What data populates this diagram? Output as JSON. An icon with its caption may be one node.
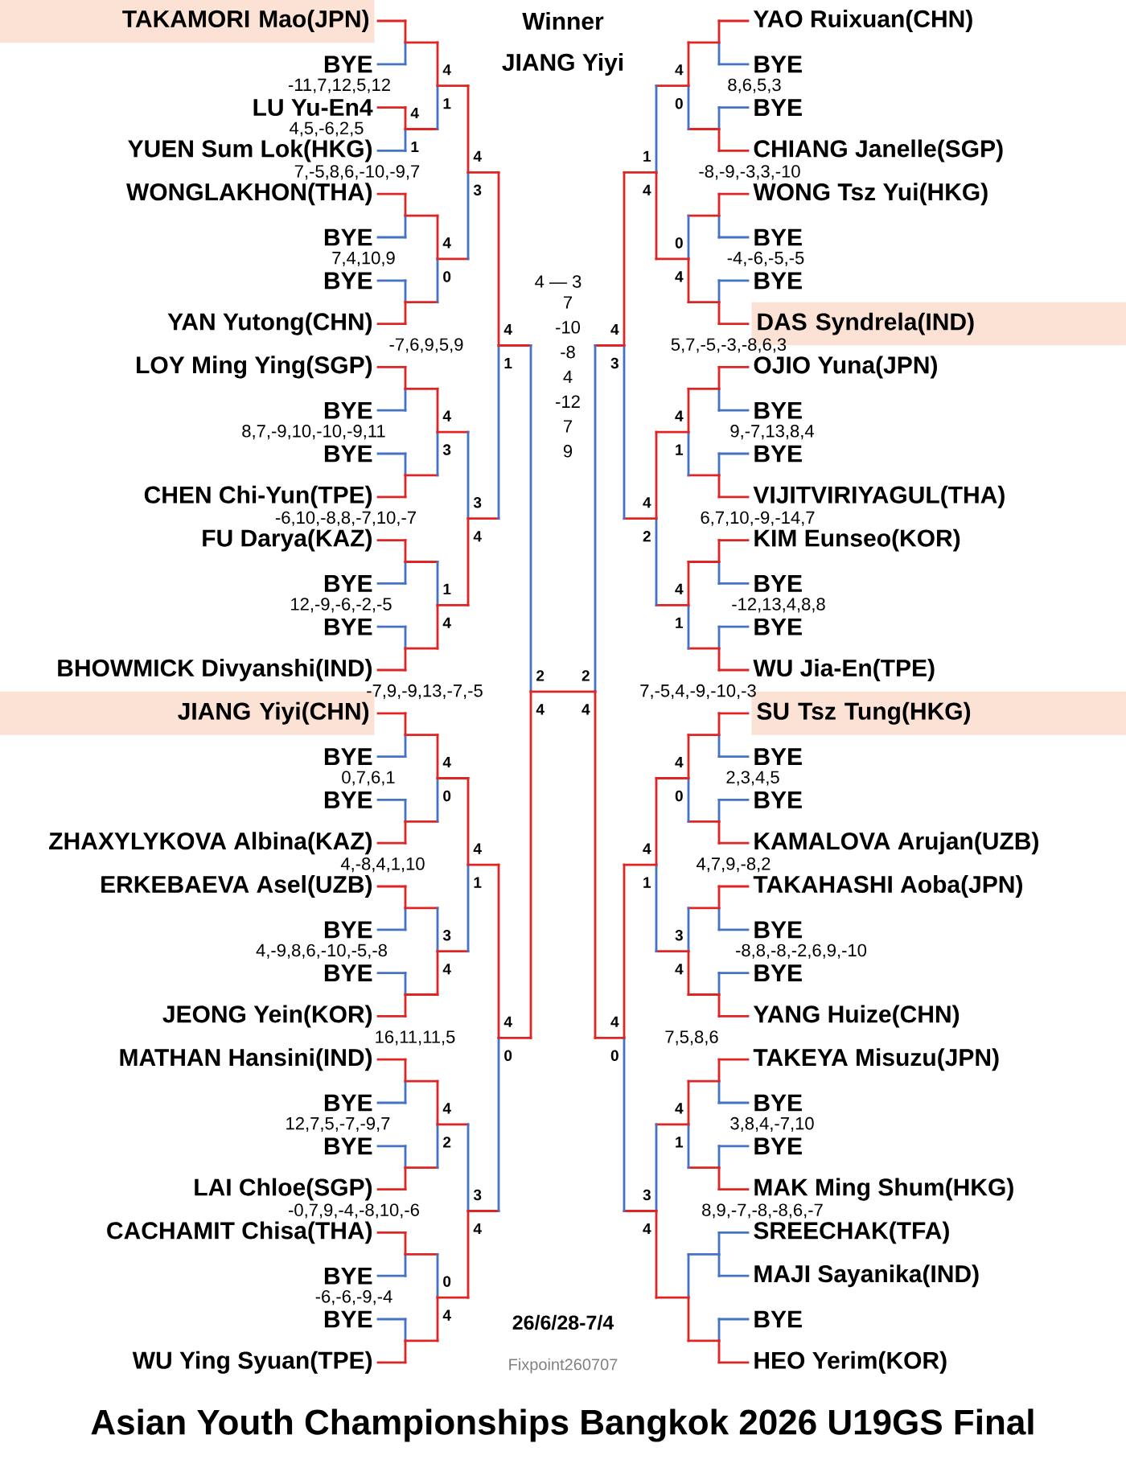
{
  "diagram": {
    "title": "Asian Youth Championships Bangkok 2026 U19GS Final",
    "nodes": [
      {
        "text": [
          "TAKAMORI Mao(JPN)"
        ]
      },
      {
        "text": [
          "DAS Syndrela(IND)"
        ]
      },
      {
        "text": [
          "JIANG Yiyi(CHN)"
        ]
      },
      {
        "text": [
          "SU Tsz Tung(HKG)"
        ]
      }
    ],
    "labels": [
      "Winner",
      "JIANG Yiyi",
      "BYE",
      "LU Yu-En4",
      "YUEN Sum Lok(HKG)",
      "WONGLAKHON(THA)",
      "BYE",
      "BYE",
      "YAN Yutong(CHN)",
      "LOY Ming Ying(SGP)",
      "BYE",
      "BYE",
      "CHEN Chi-Yun(TPE)",
      "FU Darya(KAZ)",
      "BYE",
      "BYE",
      "BHOWMICK Divyanshi(IND)",
      "BYE",
      "BYE",
      "ZHAXYLYKOVA Albina(KAZ)",
      "ERKEBAEVA Asel(UZB)",
      "BYE",
      "BYE",
      "JEONG Yein(KOR)",
      "MATHAN Hansini(IND)",
      "BYE",
      "BYE",
      "LAI Chloe(SGP)",
      "CACHAMIT Chisa(THA)",
      "BYE",
      "BYE",
      "WU Ying Syuan(TPE)",
      "-11,7,12,5,12",
      "4,5,-6,2,5",
      "7,-5,8,6,-10,-9,7",
      "7,4,10,9",
      "-7,6,9,5,9",
      "8,7,-9,10,-10,-9,11",
      "-6,10,-8,8,-7,10,-7",
      "12,-9,-6,-2,-5",
      "-7,9,-9,13,-7,-5",
      "0,7,6,1",
      "4,-8,4,1,10",
      "4,-9,8,6,-10,-5,-8",
      "16,11,11,5",
      "12,7,5,-7,-9,7",
      "-0,7,9,-4,-8,10,-6",
      "-6,-6,-9,-4",
      "4",
      "1",
      "4",
      "1",
      "4",
      "0",
      "4",
      "3",
      "1",
      "4",
      "4",
      "0",
      "3",
      "4",
      "4",
      "2",
      "0",
      "4",
      "4",
      "3",
      "3",
      "4",
      "4",
      "1",
      "3",
      "4",
      "4",
      "1",
      "4",
      "0",
      "2",
      "4",
      "4 — 3",
      "7",
      "-10",
      "-8",
      "4",
      "-12",
      "7",
      "9",
      "YAO Ruixuan(CHN)",
      "BYE",
      "BYE",
      "CHIANG Janelle(SGP)",
      "WONG Tsz Yui(HKG)",
      "BYE",
      "BYE",
      "OJIO Yuna(JPN)",
      "BYE",
      "BYE",
      "VIJITVIRIYAGUL(THA)",
      "KIM Eunseo(KOR)",
      "BYE",
      "BYE",
      "WU Jia-En(TPE)",
      "BYE",
      "BYE",
      "KAMALOVA Arujan(UZB)",
      "TAKAHASHI Aoba(JPN)",
      "BYE",
      "BYE",
      "YANG Huize(CHN)",
      "TAKEYA Misuzu(JPN)",
      "BYE",
      "BYE",
      "MAK Ming Shum(HKG)",
      "SREECHAK(TFA)",
      "MAJI Sayanika(IND)",
      "BYE",
      "HEO Yerim(KOR)",
      "8,6,5,3",
      "-8,-9,-3,3,-10",
      "-4,-6,-5,-5",
      "5,7,-5,-3,-8,6,3",
      "9,-7,13,8,4",
      "6,7,10,-9,-14,7",
      "-12,13,4,8,8",
      "7,-5,4,-9,-10,-3",
      "2,3,4,5",
      "4,7,9,-8,2",
      "-8,8,-8,-2,6,9,-10",
      "7,5,8,6",
      "3,8,4,-7,10",
      "8,9,-7,-8,-8,6,-7",
      "4",
      "0",
      "0",
      "4",
      "4",
      "1",
      "4",
      "1",
      "4",
      "0",
      "3",
      "4",
      "4",
      "1",
      "1",
      "4",
      "4",
      "2",
      "4",
      "1",
      "3",
      "4",
      "4",
      "3",
      "4",
      "0",
      "2",
      "4",
      "26/6/28-7/4",
      "Fixpoint260707"
    ]
  }
}
